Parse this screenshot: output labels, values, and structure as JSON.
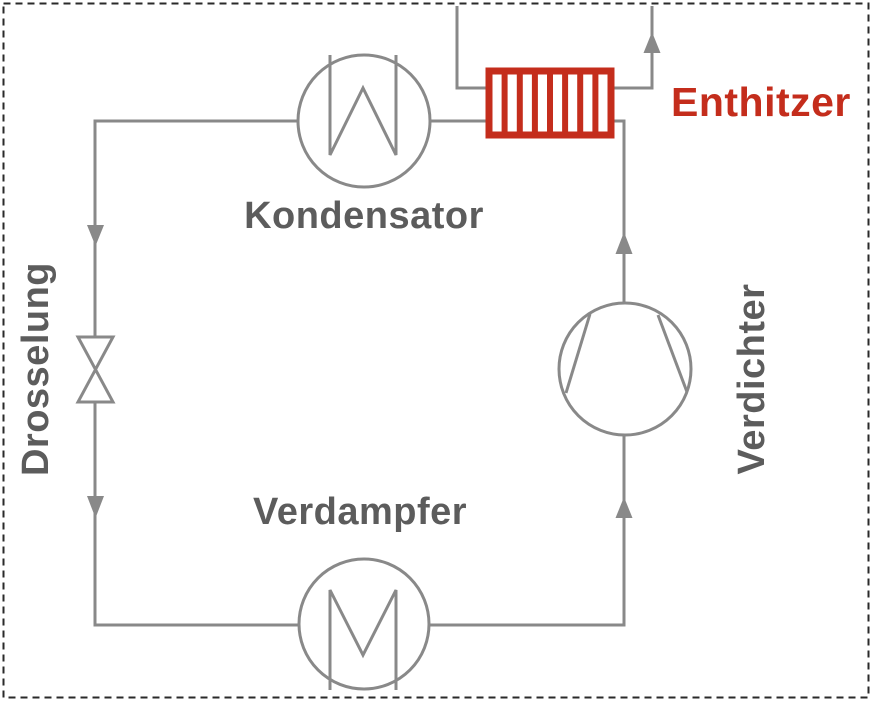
{
  "diagram": {
    "type": "refrigeration-cycle-schematic",
    "components": {
      "condenser": {
        "label": "Kondensator"
      },
      "desuperheater": {
        "label": "Enthitzer",
        "highlighted": true
      },
      "compressor": {
        "label": "Verdichter"
      },
      "evaporator": {
        "label": "Verdampfer"
      },
      "throttle": {
        "label": "Drosselung"
      }
    },
    "colors": {
      "line": "#898989",
      "label": "#5c5c5c",
      "highlight": "#c42d1c",
      "border": "#2a2a2a",
      "background": "#ffffff"
    }
  }
}
